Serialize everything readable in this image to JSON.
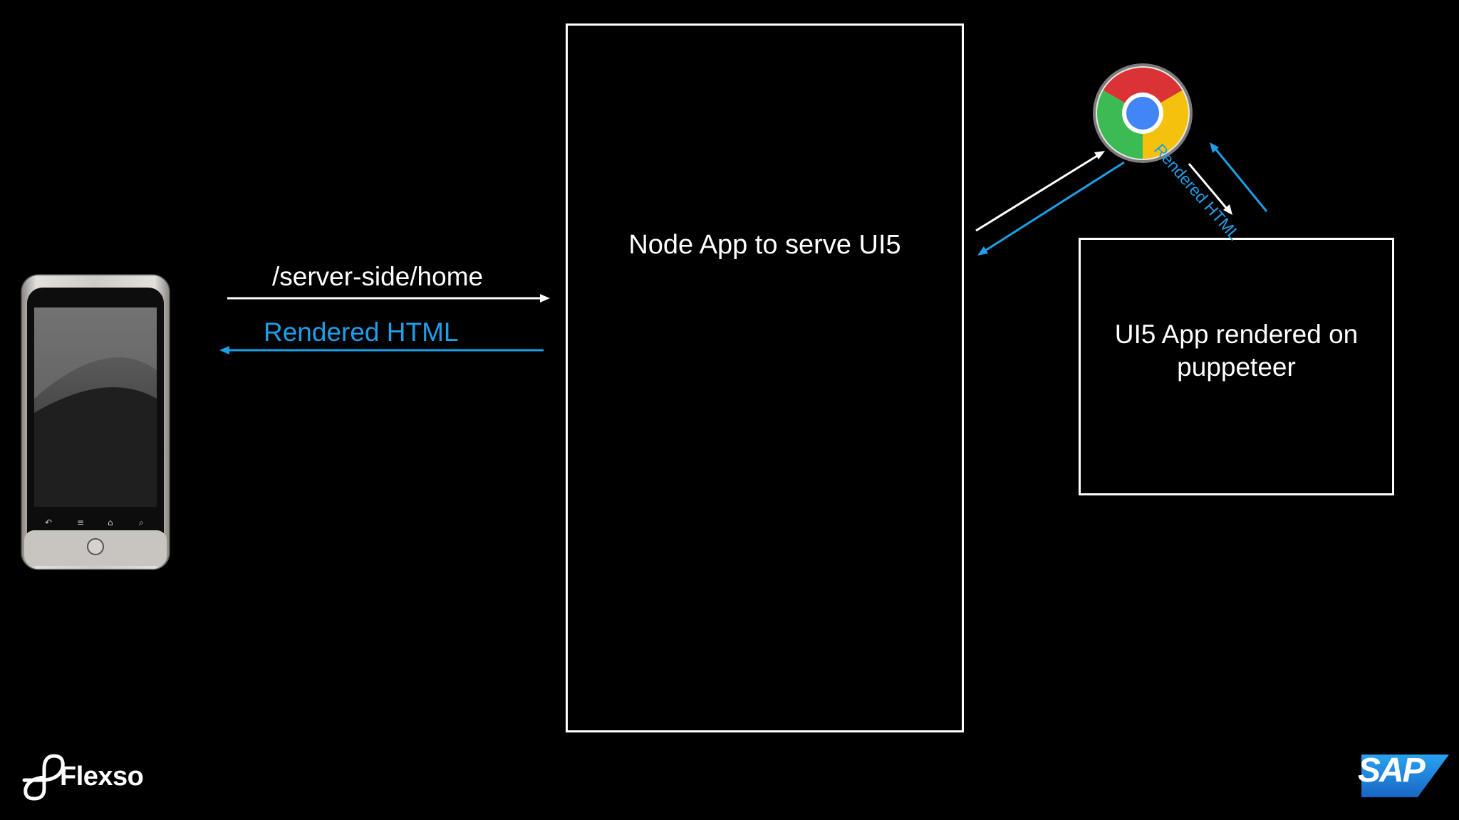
{
  "diagram": {
    "node_app_label": "Node App to serve UI5",
    "ui5_app_label": "UI5 App rendered on puppeteer",
    "request_label": "/server-side/home",
    "response_label": "Rendered HTML",
    "browser_response_label": "Rendered HTML"
  },
  "colors": {
    "background": "#000000",
    "foreground": "#ffffff",
    "response_accent": "#1e9fe8",
    "sap_blue": "#1f7fd6"
  },
  "logos": {
    "flexso": "Flexso",
    "sap": "SAP"
  },
  "icons": {
    "device": "smartphone-icon",
    "browser": "chrome-browser-icon"
  }
}
